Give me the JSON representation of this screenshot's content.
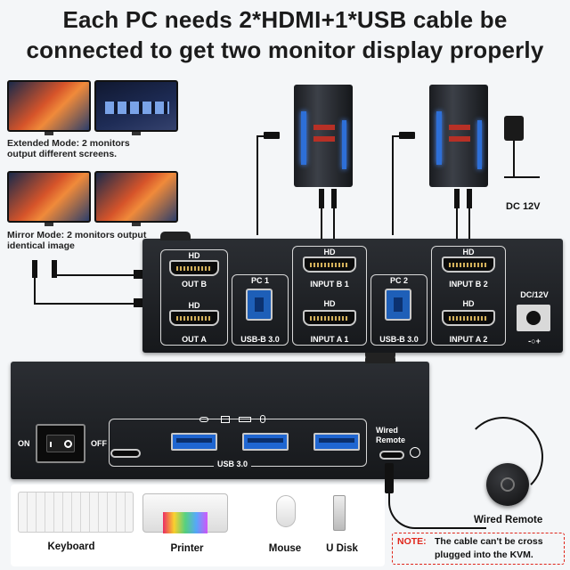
{
  "headline": {
    "line1": "Each PC needs 2*HDMI+1*USB cable be",
    "line2": "connected to get two monitor display properly"
  },
  "modes": {
    "extended": {
      "line1": "Extended Mode: 2 monitors",
      "line2": "output different screens."
    },
    "mirror": {
      "line1": "Mirror Mode: 2 monitors output",
      "line2": "identical image"
    }
  },
  "power_adapter": {
    "label": "DC 12V"
  },
  "rear_panel": {
    "out_b": {
      "top": "HD",
      "bottom": "OUT B"
    },
    "out_a": {
      "top": "HD",
      "bottom": "OUT A"
    },
    "pc1": {
      "title": "PC 1",
      "usb_label": "USB-B 3.0",
      "in_b_top": "HD",
      "in_b": "INPUT B 1",
      "in_a_top": "HD",
      "in_a": "INPUT A 1"
    },
    "pc2": {
      "title": "PC 2",
      "usb_label": "USB-B 3.0",
      "in_b_top": "HD",
      "in_b": "INPUT B 2",
      "in_a_top": "HD",
      "in_a": "INPUT A 2"
    },
    "dc": {
      "label": "DC/12V",
      "polarity": "-○+"
    }
  },
  "front_panel": {
    "on_label": "ON",
    "off_label": "OFF",
    "usb_label": "USB 3.0",
    "wired_remote_line1": "Wired",
    "wired_remote_line2": "Remote"
  },
  "peripherals": {
    "keyboard": "Keyboard",
    "printer": "Printer",
    "mouse": "Mouse",
    "udisk": "U Disk"
  },
  "wired_remote": {
    "label": "Wired Remote"
  },
  "note": {
    "prefix": "NOTE:",
    "line1": "The cable can't be cross",
    "line2": "plugged into the KVM."
  },
  "colors": {
    "usb_blue": "#1f66d1",
    "note_red": "#e0261b",
    "kvm_body": "#1c1e22"
  }
}
